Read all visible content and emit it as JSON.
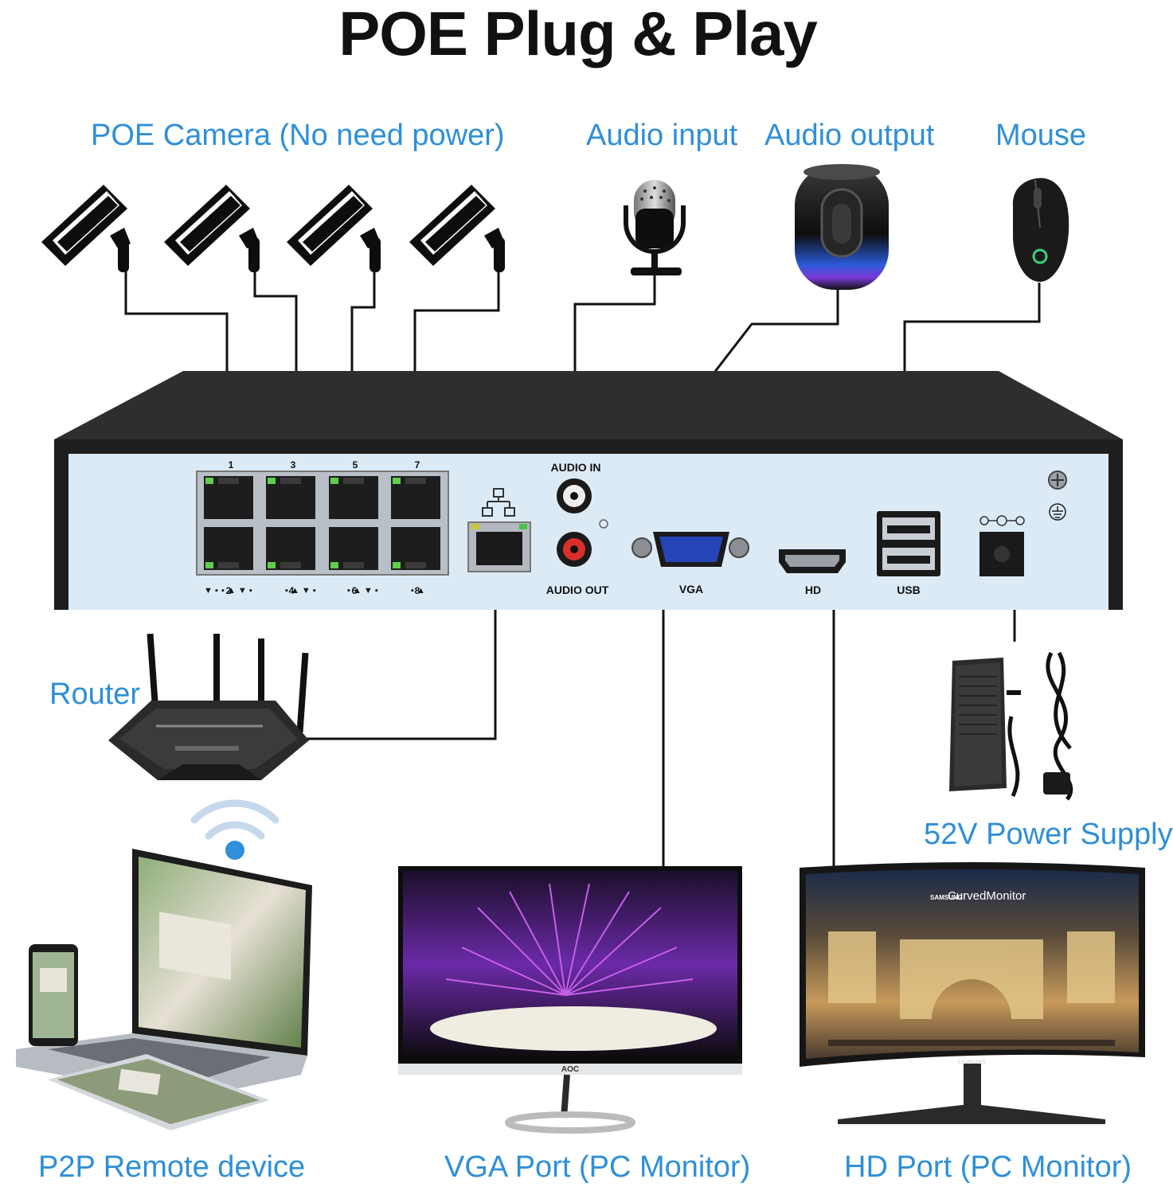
{
  "title": "POE Plug & Play",
  "labels": {
    "poe_camera": "POE Camera (No need power)",
    "audio_input": "Audio input",
    "audio_output": "Audio output",
    "mouse": "Mouse",
    "router": "Router",
    "power_supply": "52V Power Supply",
    "p2p": "P2P Remote device",
    "vga_port": "VGA Port (PC Monitor)",
    "hd_port": "HD Port (PC Monitor)"
  },
  "panel": {
    "audio_in": "AUDIO IN",
    "audio_out": "AUDIO OUT",
    "vga": "VGA",
    "hd": "HD",
    "usb": "USB",
    "port_top": [
      "1",
      "3",
      "5",
      "7"
    ],
    "port_bottom": [
      "2",
      "4",
      "6",
      "8"
    ]
  },
  "monitors": {
    "vga_brand": "AOC",
    "hd_brand": "SAMSUNG",
    "hd_overlay_brand": "SAMSUNG",
    "hd_overlay_text": "CurvedMonitor"
  },
  "colors": {
    "label_blue": "#2f8fd8",
    "panel_face": "#dceaf6",
    "chassis": "#2e2e2e",
    "wire": "#111111"
  }
}
